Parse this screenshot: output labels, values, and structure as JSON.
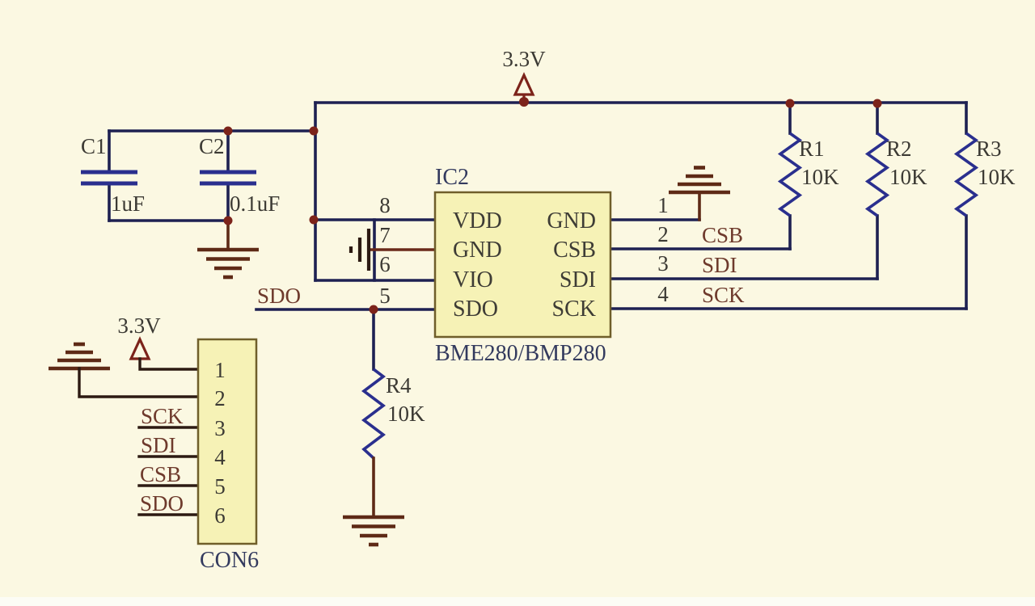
{
  "power": {
    "rail_label": "3.3V",
    "con_label": "3.3V"
  },
  "nets": {
    "sdo": "SDO"
  },
  "ic2": {
    "ref": "IC2",
    "part": "BME280/BMP280",
    "left_pins": [
      {
        "num": "8",
        "name": "VDD"
      },
      {
        "num": "7",
        "name": "GND"
      },
      {
        "num": "6",
        "name": "VIO"
      },
      {
        "num": "5",
        "name": "SDO"
      }
    ],
    "right_pins": [
      {
        "num": "1",
        "name": "GND",
        "net": ""
      },
      {
        "num": "2",
        "name": "CSB",
        "net": "CSB"
      },
      {
        "num": "3",
        "name": "SDI",
        "net": "SDI"
      },
      {
        "num": "4",
        "name": "SCK",
        "net": "SCK"
      }
    ]
  },
  "con6": {
    "ref": "CON6",
    "pins": [
      {
        "num": "1",
        "net": ""
      },
      {
        "num": "2",
        "net": ""
      },
      {
        "num": "3",
        "net": "SCK"
      },
      {
        "num": "4",
        "net": "SDI"
      },
      {
        "num": "5",
        "net": "CSB"
      },
      {
        "num": "6",
        "net": "SDO"
      }
    ]
  },
  "capacitors": [
    {
      "ref": "C1",
      "value": "1uF"
    },
    {
      "ref": "C2",
      "value": "0.1uF"
    }
  ],
  "resistors": [
    {
      "ref": "R1",
      "value": "10K"
    },
    {
      "ref": "R2",
      "value": "10K"
    },
    {
      "ref": "R3",
      "value": "10K"
    },
    {
      "ref": "R4",
      "value": "10K"
    }
  ],
  "colors": {
    "bg": "#fbf8e2",
    "band": "#fcfcf5",
    "wire": "#1e2152",
    "blue": "#2a2f8e",
    "ground": "#5e2a16",
    "junction": "#7c231a",
    "stub": "#2c1a12",
    "pin7": "#6b2a1a",
    "ic_fill": "#f6f2b6",
    "ic_border": "#6f5e2a",
    "net_text": "#6e3a2c",
    "ref_text": "#3c3a34",
    "pin_text": "#3e3c35",
    "title_text": "#333a5e"
  }
}
